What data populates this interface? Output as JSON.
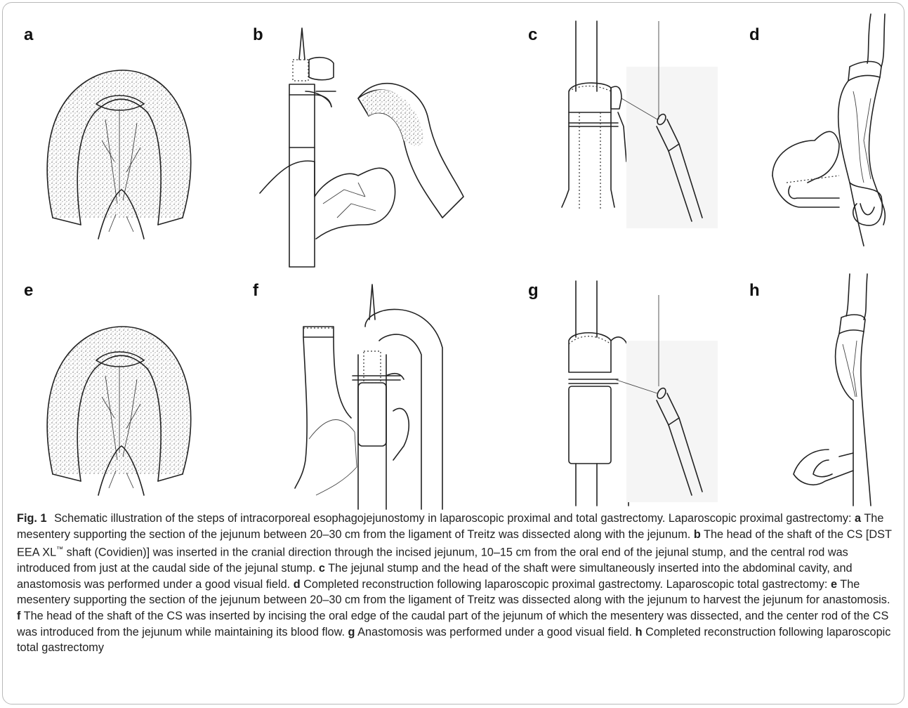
{
  "figure": {
    "panels": [
      {
        "letter": "a"
      },
      {
        "letter": "b"
      },
      {
        "letter": "c"
      },
      {
        "letter": "d"
      },
      {
        "letter": "e"
      },
      {
        "letter": "f"
      },
      {
        "letter": "g"
      },
      {
        "letter": "h"
      }
    ],
    "caption": {
      "label": "Fig. 1",
      "intro": "Schematic illustration of the steps of intracorporeal esophagojejunostomy in laparoscopic proximal and total gastrectomy. Laparoscopic proximal gastrectomy:",
      "a": "The mesentery supporting the section of the jejunum between 20–30 cm from the ligament of Treitz was dissected along with the jejunum.",
      "b_pre": "The head of the shaft of the CS [DST EEA XL",
      "b_tm": "™",
      "b_post": "shaft (Covidien)] was inserted in the cranial direction through the incised jejunum, 10–15 cm from the oral end of the jejunal stump, and the central rod was introduced from just at the caudal side of the jejunal stump.",
      "c": "The jejunal stump and the head of the shaft were simultaneously inserted into the abdominal cavity, and anastomosis was performed under a good visual field.",
      "d": "Completed reconstruction following laparoscopic proximal gastrectomy. Laparoscopic total gastrectomy:",
      "e": "The mesentery supporting the section of the jejunum between 20–30 cm from the ligament of Treitz was dissected along with the jejunum to harvest the jejunum for anastomosis.",
      "f": "The head of the shaft of the CS was inserted by incising the oral edge of the caudal part of the jejunum of which the mesentery was dissected, and the center rod of the CS was introduced from the jejunum while maintaining its blood flow.",
      "g": "Anastomosis was performed under a good visual field.",
      "h": "Completed reconstruction following laparoscopic total gastrectomy"
    }
  }
}
